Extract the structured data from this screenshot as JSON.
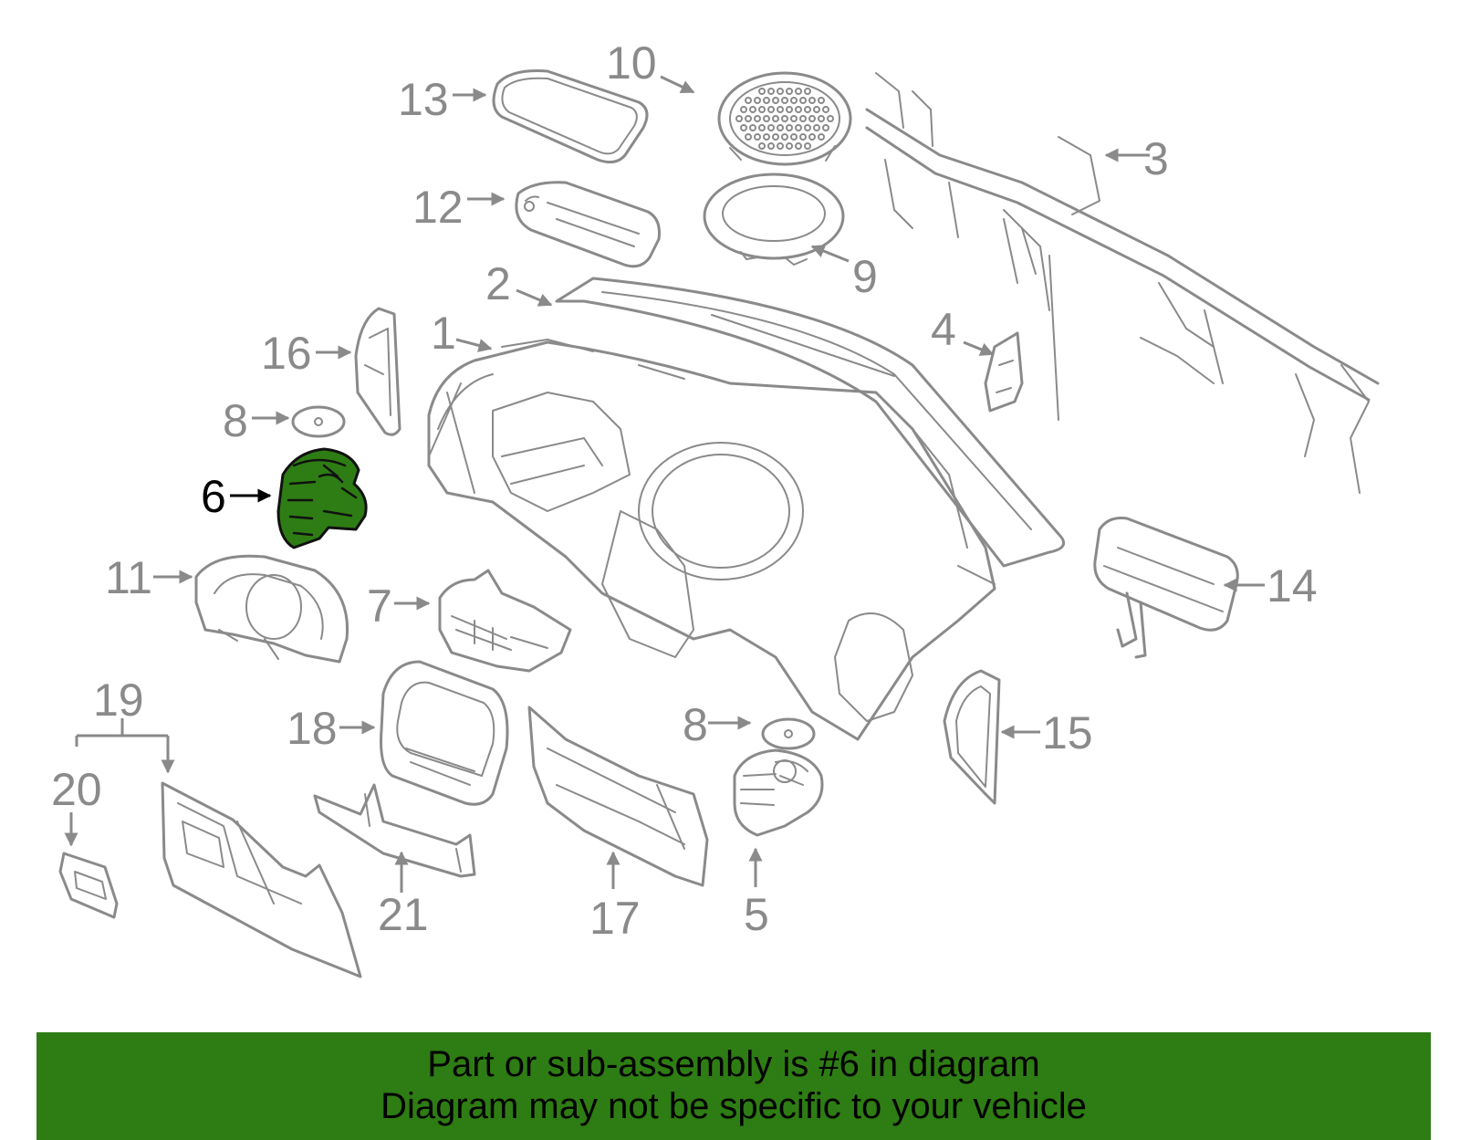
{
  "callouts": {
    "c1": "1",
    "c2": "2",
    "c3": "3",
    "c4": "4",
    "c5": "5",
    "c6": "6",
    "c7": "7",
    "c8a": "8",
    "c8b": "8",
    "c9": "9",
    "c10": "10",
    "c11": "11",
    "c12": "12",
    "c13": "13",
    "c14": "14",
    "c15": "15",
    "c16": "16",
    "c17": "17",
    "c18": "18",
    "c19": "19",
    "c20": "20",
    "c21": "21"
  },
  "highlighted_part": "6",
  "colors": {
    "highlight": "#2e7d14",
    "line_art": "#8a8a8a",
    "banner": "#2e7d14"
  },
  "banner": {
    "line1": "Part or sub-assembly is #6 in diagram",
    "line2": "Diagram may not be specific to your vehicle"
  }
}
